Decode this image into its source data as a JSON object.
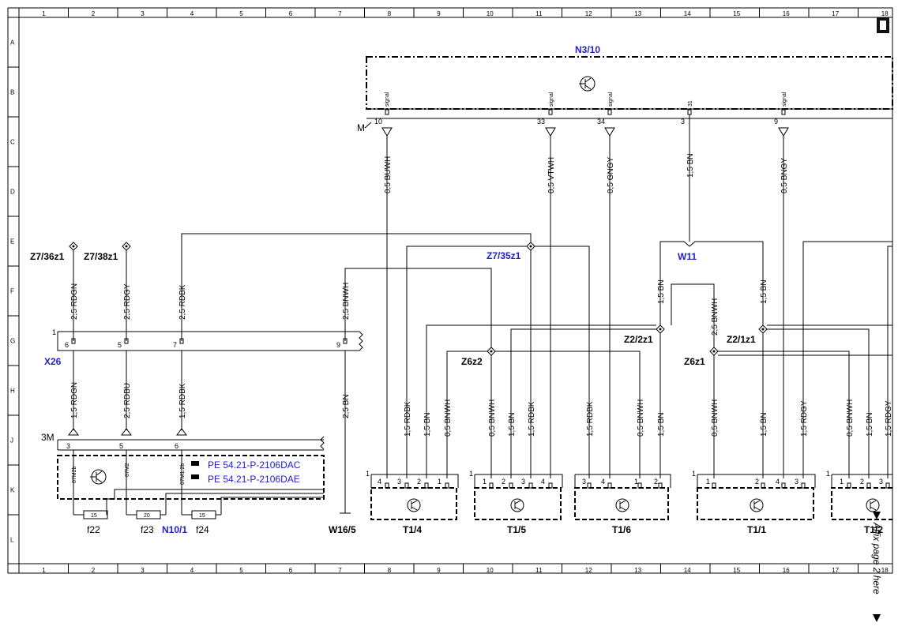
{
  "ruler_columns": [
    "1",
    "2",
    "3",
    "4",
    "5",
    "6",
    "7",
    "8",
    "9",
    "10",
    "11",
    "12",
    "13",
    "14",
    "15",
    "16",
    "17",
    "18"
  ],
  "ruler_rows": [
    "A",
    "B",
    "C",
    "D",
    "E",
    "F",
    "G",
    "H",
    "J",
    "K",
    "L"
  ],
  "components": {
    "n3_10": "N3/10",
    "w11": "W11",
    "x26": "X26",
    "z7_36z1": "Z7/36z1",
    "z7_38z1": "Z7/38z1",
    "z7_35z1": "Z7/35z1",
    "z2_2z1": "Z2/2z1",
    "z2_1z1": "Z2/1z1",
    "z6z2": "Z6z2",
    "z6z1": "Z6z1",
    "n10_1": "N10/1",
    "w16_5": "W16/5",
    "t1_4": "T1/4",
    "t1_5": "T1/5",
    "t1_6": "T1/6",
    "t1_1": "T1/1",
    "t1_2": "T1/2",
    "f22": "f22",
    "f23": "f23",
    "f24": "f24"
  },
  "connector_labels": {
    "m": "M",
    "three_m": "3M",
    "one": "1"
  },
  "fuse_values": {
    "f22": "15",
    "f23": "20",
    "f24": "15"
  },
  "references": [
    "PE 54.21-P-2106DAC",
    "PE 54.21-P-2106DAE"
  ],
  "footer_note": "Affix page 2 here",
  "n3_10_pins": {
    "p10": "10",
    "p33": "33",
    "p34": "34",
    "p3": "3",
    "p9": "9",
    "signal": "signal",
    "thirtyone": "31"
  },
  "x26_pins": {
    "p6": "6",
    "p5": "5",
    "p7": "7",
    "p9": "9"
  },
  "n10_1_pins": {
    "p3": "3",
    "p5": "5",
    "p6": "6",
    "t1": "87M2b",
    "t2": "87M2",
    "t3": "87M1.2b"
  },
  "wires": {
    "buwh": "0,5 BUWH",
    "vtwh": "0,5 VTWH",
    "gngy": "0,5 GNGY",
    "bn_1_5_top": "1,5 BN",
    "bngy": "0,5 BNGY",
    "rdgn_25": "2,5 RDGN",
    "rdgy_25": "2,5 RDGY",
    "rdbk_25": "2,5 RDBK",
    "bnwh_25_left": "2,5 BNWH",
    "bn_15_w11_left": "1,5 BN",
    "bnwh_25_mid": "2,5 BNWH",
    "bn_15_w11_right": "1,5 BN",
    "rdgn_15": "1,5 RDGN",
    "rdbu_25": "2,5 RDBU",
    "rdbk_15_low": "1,5 RDBK",
    "bn_25": "2,5 BN",
    "t14_rdbk": "1,5 RDBK",
    "t14_bn": "1,5 BN",
    "t14_bnwh": "0,5 BNWH",
    "t15_bnwh": "0,5 BNWH",
    "t15_bn": "1,5 BN",
    "t15_rdbk": "1,5 RDBK",
    "t16_rdbk": "1,5 RDBK",
    "t16_bnwh": "0,5 BNWH",
    "t16_bn": "1,5 BN",
    "t11_bnwh": "0,5 BNWH",
    "t11_bn": "1,5 BN",
    "t11_rdgy": "1,5 RDGY",
    "t12_bnwh": "0,5 BNWH",
    "t12_bn": "1,5 BN",
    "t12_rdgy": "1,5 RDGY"
  },
  "t_pins": {
    "t14": [
      "4",
      "3",
      "2",
      "1"
    ],
    "t15": [
      "1",
      "2",
      "3",
      "4"
    ],
    "t16": [
      "3",
      "4",
      "1",
      "2"
    ],
    "t11": [
      "1",
      "2",
      "4",
      "3"
    ],
    "t12": [
      "1",
      "2",
      "3"
    ]
  }
}
